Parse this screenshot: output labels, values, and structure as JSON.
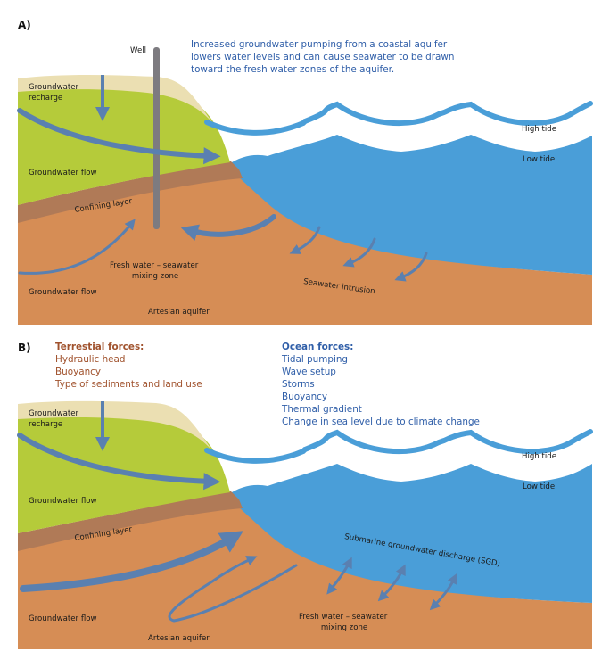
{
  "colors": {
    "sand": "#ebdfb2",
    "grass": "#b5cb3a",
    "confining": "#b07a57",
    "aquifer": "#d68d55",
    "sea": "#4a9ed8",
    "arrow": "#5a80b0",
    "well": "#7d7b80",
    "caption_blue": "#2f5ea8",
    "terrestrial_brown": "#a0522d"
  },
  "panel_a": {
    "label": "A)",
    "caption_lines": [
      "Increased groundwater pumping from a coastal aquifer",
      "lowers water levels and can cause seawater to be drawn",
      "toward the fresh water zones of the aquifer."
    ],
    "well_label": "Well",
    "recharge_label_lines": [
      "Groundwater",
      "recharge"
    ],
    "flow_upper_label": "Groundwater flow",
    "confining_label": "Confining layer",
    "mixing_zone_lines": [
      "Fresh water – seawater",
      "mixing zone"
    ],
    "flow_lower_label": "Groundwater flow",
    "artesian_label": "Artesian aquifer",
    "intrusion_label": "Seawater intrusion",
    "high_tide_label": "High tide",
    "low_tide_label": "Low tide"
  },
  "panel_b": {
    "label": "B)",
    "terrestrial": {
      "title": "Terrestial forces:",
      "items": [
        "Hydraulic head",
        "Buoyancy",
        "Type of sediments and land use"
      ]
    },
    "ocean": {
      "title": "Ocean forces:",
      "items": [
        "Tidal pumping",
        "Wave setup",
        "Storms",
        "Buoyancy",
        "Thermal gradient",
        "Change in sea level due to climate change"
      ]
    },
    "recharge_label_lines": [
      "Groundwater",
      "recharge"
    ],
    "flow_upper_label": "Groundwater flow",
    "confining_label": "Confining layer",
    "sgd_label": "Submarine groundwater discharge (SGD)",
    "flow_lower_label": "Groundwater flow",
    "artesian_label": "Artesian aquifer",
    "mixing_zone_lines": [
      "Fresh water – seawater",
      "mixing zone"
    ],
    "high_tide_label": "High tide",
    "low_tide_label": "Low tide"
  }
}
